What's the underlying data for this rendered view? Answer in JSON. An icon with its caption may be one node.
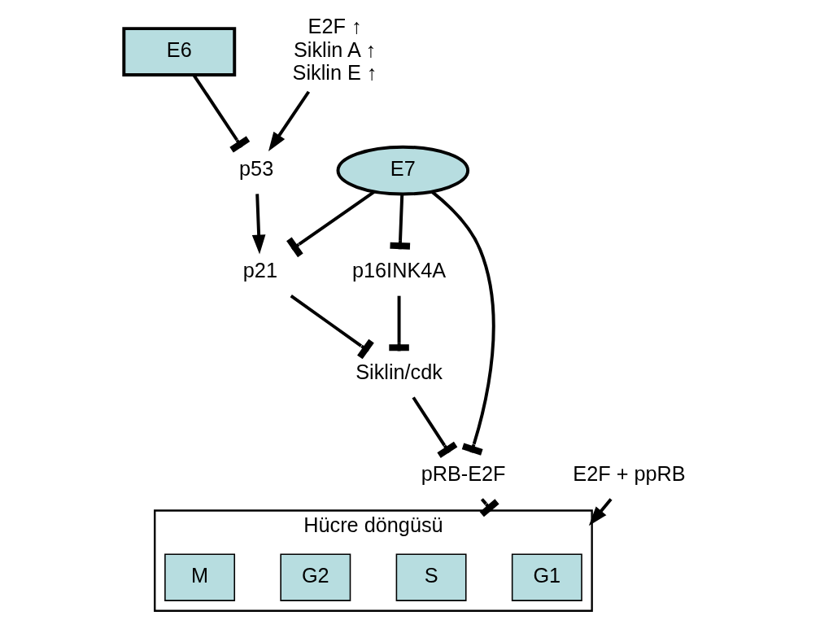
{
  "diagram": {
    "nodes": [
      {
        "text": [
          "E6"
        ]
      },
      {
        "text": [
          "p53"
        ]
      },
      {
        "text": [
          "p21"
        ]
      },
      {
        "text": [
          "E7"
        ]
      },
      {
        "text": [
          "p16INK4A"
        ]
      },
      {
        "text": [
          "Siklin/cdk"
        ]
      },
      {
        "text": [
          "pRB-E2F"
        ]
      },
      {
        "text": [
          "E2F + ppRB"
        ]
      },
      {
        "text": [
          "Hücre döngüsü"
        ]
      },
      {
        "text": [
          "G1"
        ],
        "in": 8
      },
      {
        "text": [
          "S"
        ],
        "in": 8
      },
      {
        "text": [
          "G2"
        ],
        "in": 8
      },
      {
        "text": [
          "M"
        ],
        "in": 8
      },
      {
        "text": [
          "E2F ↑",
          "Siklin A ↑",
          "Siklin E ↑"
        ]
      }
    ],
    "edges": [
      {
        "from": 0,
        "to": 1,
        "arrow": "other"
      },
      {
        "from": 1,
        "to": 2,
        "arrow": "to"
      },
      {
        "from": 3,
        "to": 2,
        "arrow": "other"
      },
      {
        "from": 2,
        "to": 5,
        "arrow": "other"
      },
      {
        "from": 3,
        "to": 4,
        "arrow": "other"
      },
      {
        "from": 4,
        "to": 5,
        "arrow": "other"
      },
      {
        "from": 5,
        "to": 6,
        "arrow": "other"
      },
      {
        "from": 3,
        "to": 6,
        "arrow": "other"
      },
      {
        "from": 6,
        "to": 8,
        "arrow": "other"
      },
      {
        "from": 7,
        "to": 8,
        "arrow": "to"
      },
      {
        "from": 13,
        "to": 1,
        "arrow": "to"
      }
    ]
  }
}
